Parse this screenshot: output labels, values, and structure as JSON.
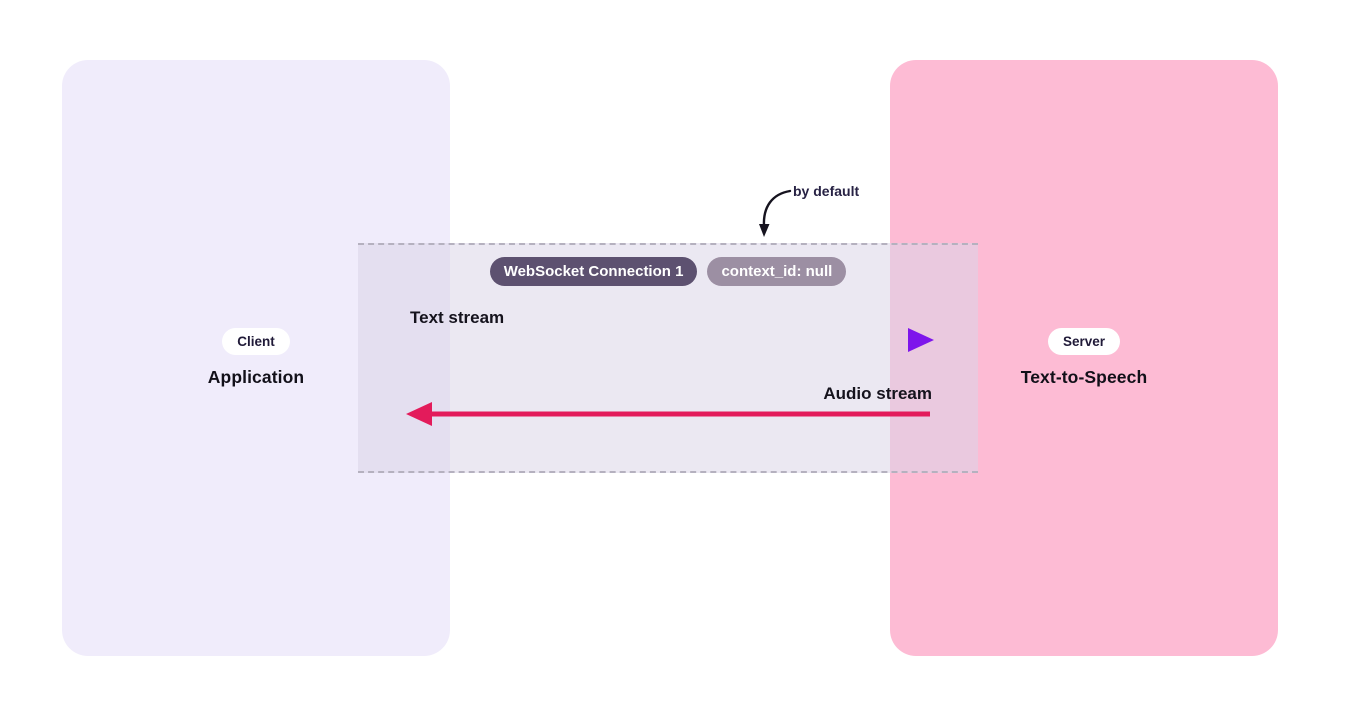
{
  "client_panel": {
    "badge_label": "Client",
    "title": "Application"
  },
  "server_panel": {
    "badge_label": "Server",
    "title": "Text-to-Speech"
  },
  "connection_band": {
    "websocket_badge_label": "WebSocket Connection 1",
    "context_badge_label": "context_id: null",
    "text_stream_label": "Text stream",
    "audio_stream_label": "Audio stream"
  },
  "annotation": {
    "label": "by default"
  },
  "colors": {
    "client_panel_bg": "#F0ECFB",
    "server_panel_bg": "#FDBBD4",
    "band_dashed_border": "#B5B1BF",
    "websocket_badge_bg": "#5D5170",
    "context_badge_bg": "#9C8FA3",
    "text_stream_arrow_start": "#A51AD9",
    "text_stream_arrow_end": "#7A14F0",
    "audio_stream_arrow": "#E31B5B",
    "stream_label_color": "#15131D",
    "annotation_color": "#272244"
  }
}
